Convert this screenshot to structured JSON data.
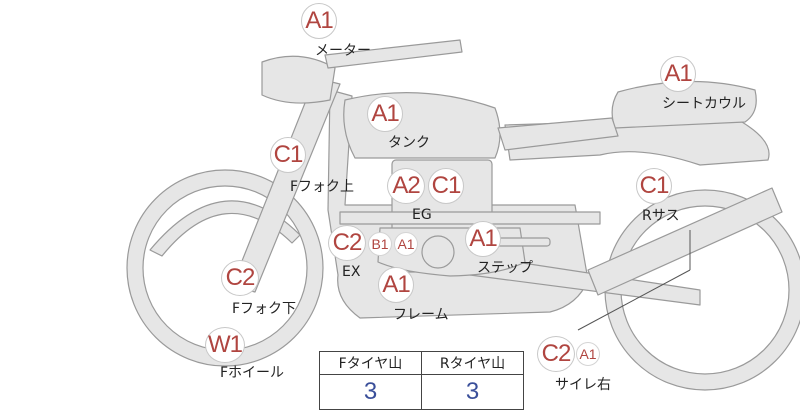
{
  "parts": [
    {
      "id": "meter",
      "label": "メーター",
      "badges": [
        "A1"
      ]
    },
    {
      "id": "seat-cowl",
      "label": "シートカウル",
      "badges": [
        "A1"
      ]
    },
    {
      "id": "tank",
      "label": "タンク",
      "badges": [
        "A1"
      ]
    },
    {
      "id": "front-fork-upper",
      "label": "Fフォク上",
      "badges": [
        "C1"
      ]
    },
    {
      "id": "engine",
      "label": "EG",
      "badges": [
        "A2",
        "C1"
      ]
    },
    {
      "id": "rear-suspension",
      "label": "Rサス",
      "badges": [
        "C1"
      ]
    },
    {
      "id": "exhaust",
      "label": "EX",
      "badges": [
        "C2",
        "B1",
        "A1"
      ]
    },
    {
      "id": "step",
      "label": "ステップ",
      "badges": [
        "A1"
      ]
    },
    {
      "id": "frame",
      "label": "フレーム",
      "badges": [
        "A1"
      ]
    },
    {
      "id": "front-fork-lower",
      "label": "Fフォク下",
      "badges": [
        "C2"
      ]
    },
    {
      "id": "front-wheel",
      "label": "Fホイール",
      "badges": [
        "W1"
      ]
    },
    {
      "id": "muffler-right",
      "label": "サイレ右",
      "badges": [
        "C2",
        "A1"
      ]
    }
  ],
  "tire_table": {
    "headers": [
      "Fタイヤ山",
      "Rタイヤ山"
    ],
    "values": [
      "3",
      "3"
    ]
  },
  "colors": {
    "badge_text": "#b04540",
    "body_fill": "#e6e6e6",
    "body_stroke": "#9a9a9a",
    "value_text": "#3a4f9a"
  }
}
